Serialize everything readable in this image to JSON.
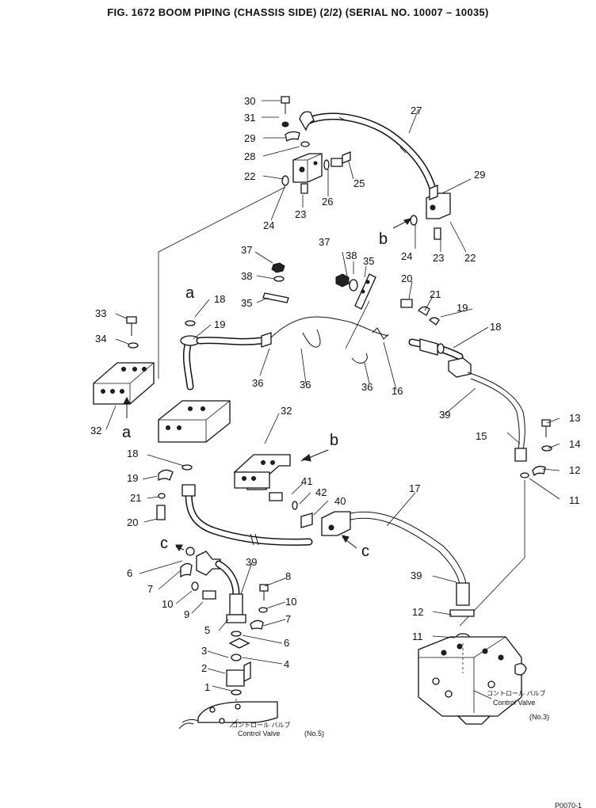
{
  "title": "FIG. 1672  BOOM PIPING (CHASSIS SIDE) (2/2) (SERIAL NO. 10007 – 10035)",
  "valve_no5": {
    "jp": "コントロール バルブ",
    "en": "Control Valve",
    "no": "(No.5)"
  },
  "valve_no3": {
    "jp": "コントロール バルブ",
    "en": "Control Valve",
    "no": "(No.3)"
  },
  "arrows": {
    "a": "a",
    "b": "b",
    "c": "c"
  },
  "footer": "P0070-1",
  "callouts": {
    "p30": "30",
    "p31": "31",
    "p29a": "29",
    "p28": "28",
    "p22a": "22",
    "p24a": "24",
    "p23a": "23",
    "p26": "26",
    "p25": "25",
    "p27": "27",
    "p29b": "29",
    "p24b": "24",
    "p23b": "23",
    "p22b": "22",
    "p37a": "37",
    "p38a": "38",
    "p35a": "35",
    "p37b": "37",
    "p38b": "38",
    "p35b": "35",
    "p18a": "18",
    "p19a": "19",
    "p33": "33",
    "p34": "34",
    "p32a": "32",
    "p36a": "36",
    "p36b": "36",
    "p36c": "36",
    "p16": "16",
    "p20a": "20",
    "p21a": "21",
    "p19b": "19",
    "p18b": "18",
    "p39a": "39",
    "p15": "15",
    "p13": "13",
    "p14": "14",
    "p12a": "12",
    "p11a": "11",
    "p32b": "32",
    "p18c": "18",
    "p19c": "19",
    "p21b": "21",
    "p20b": "20",
    "p41": "41",
    "p42": "42",
    "p40": "40",
    "p17": "17",
    "p6a": "6",
    "p7a": "7",
    "p10a": "10",
    "p9": "9",
    "p39b": "39",
    "p8": "8",
    "p10b": "10",
    "p7b": "7",
    "p5": "5",
    "p6b": "6",
    "p3": "3",
    "p4": "4",
    "p2": "2",
    "p1": "1",
    "p39c": "39",
    "p12b": "12",
    "p11b": "11"
  }
}
